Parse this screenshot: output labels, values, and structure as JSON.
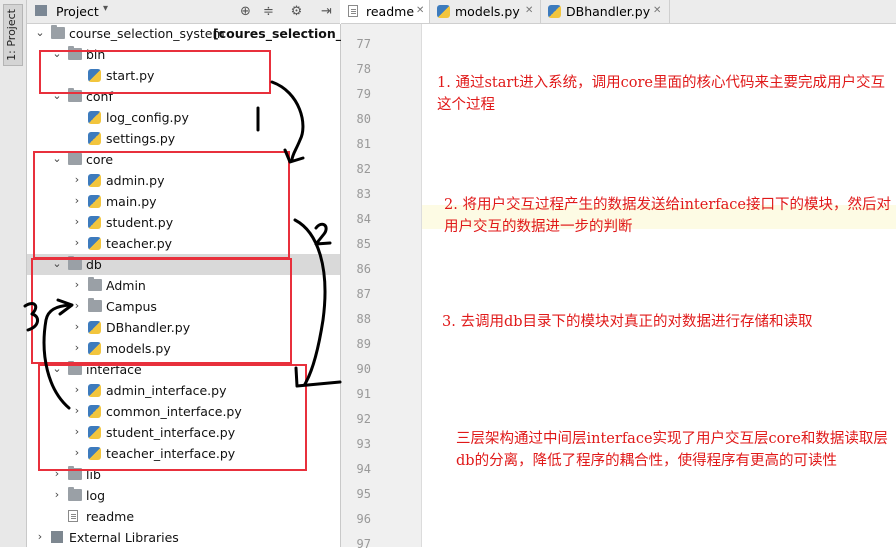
{
  "sidebar": {
    "vertical_tab_label": "1: Project"
  },
  "project_panel": {
    "title": "Project",
    "tree": [
      {
        "label": "course_selection_system",
        "suffix": "[coures_selection_sys",
        "type": "folder",
        "depth": 0,
        "expanded": true
      },
      {
        "label": "bin",
        "type": "folder",
        "depth": 1,
        "expanded": true
      },
      {
        "label": "start.py",
        "type": "py",
        "depth": 2
      },
      {
        "label": "conf",
        "type": "folder",
        "depth": 1,
        "expanded": true
      },
      {
        "label": "log_config.py",
        "type": "py",
        "depth": 2
      },
      {
        "label": "settings.py",
        "type": "py",
        "depth": 2
      },
      {
        "label": "core",
        "type": "folder",
        "depth": 1,
        "expanded": true
      },
      {
        "label": "admin.py",
        "type": "py",
        "depth": 2,
        "collapsed": true
      },
      {
        "label": "main.py",
        "type": "py",
        "depth": 2,
        "collapsed": true
      },
      {
        "label": "student.py",
        "type": "py",
        "depth": 2,
        "collapsed": true
      },
      {
        "label": "teacher.py",
        "type": "py",
        "depth": 2,
        "collapsed": true
      },
      {
        "label": "db",
        "type": "folder",
        "depth": 1,
        "expanded": true,
        "selected": true
      },
      {
        "label": "Admin",
        "type": "folder",
        "depth": 2,
        "collapsed": true
      },
      {
        "label": "Campus",
        "type": "folder",
        "depth": 2,
        "collapsed": true
      },
      {
        "label": "DBhandler.py",
        "type": "py",
        "depth": 2,
        "collapsed": true
      },
      {
        "label": "models.py",
        "type": "py",
        "depth": 2,
        "collapsed": true
      },
      {
        "label": "interface",
        "type": "folder",
        "depth": 1,
        "expanded": true
      },
      {
        "label": "admin_interface.py",
        "type": "py",
        "depth": 2,
        "collapsed": true
      },
      {
        "label": "common_interface.py",
        "type": "py",
        "depth": 2,
        "collapsed": true
      },
      {
        "label": "student_interface.py",
        "type": "py",
        "depth": 2,
        "collapsed": true
      },
      {
        "label": "teacher_interface.py",
        "type": "py",
        "depth": 2,
        "collapsed": true
      },
      {
        "label": "lib",
        "type": "folder",
        "depth": 1,
        "collapsed": true
      },
      {
        "label": "log",
        "type": "folder",
        "depth": 1,
        "collapsed": true
      },
      {
        "label": "readme",
        "type": "txt",
        "depth": 1
      },
      {
        "label": "External Libraries",
        "type": "lib",
        "depth": 0,
        "collapsed": true
      }
    ]
  },
  "editor": {
    "tabs": [
      {
        "label": "readme",
        "active": true
      },
      {
        "label": "models.py",
        "active": false
      },
      {
        "label": "DBhandler.py",
        "active": false
      }
    ],
    "line_numbers": [
      "77",
      "78",
      "79",
      "80",
      "81",
      "82",
      "83",
      "84",
      "85",
      "86",
      "87",
      "88",
      "89",
      "90",
      "91",
      "92",
      "93",
      "94",
      "95",
      "96",
      "97"
    ],
    "current_line": "84",
    "notes": [
      "1. 通过start进入系统，调用core里面的核心代码来主要完成用户交互这个过程",
      "2. 将用户交互过程产生的数据发送给interface接口下的模块，然后对用户交互的数据进一步的判断",
      "3. 去调用db目录下的模块对真正的对数据进行存储和读取",
      "三层架构通过中间层interface实现了用户交互层core和数据读取层db的分离，降低了程序的耦合性，使得程序有更高的可读性"
    ]
  },
  "annotations": {
    "arrow_1": "1",
    "arrow_2": "2",
    "arrow_3": "3"
  },
  "colors": {
    "annotation_red": "#e01919",
    "box_red": "#e8303c"
  }
}
